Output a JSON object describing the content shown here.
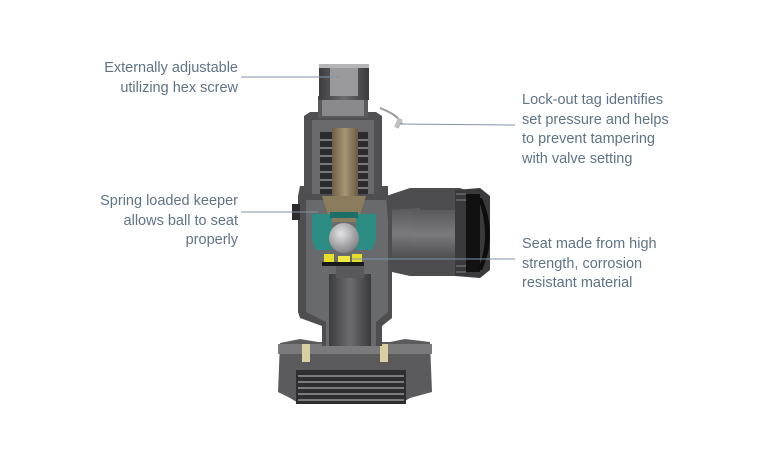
{
  "callouts": {
    "hex_screw": [
      "Externally adjustable",
      "utilizing hex screw"
    ],
    "lockout_tag": [
      "Lock-out tag identifies",
      "set pressure and helps",
      "to prevent tampering",
      "with valve setting"
    ],
    "spring_keeper": [
      "Spring loaded keeper",
      "allows ball to seat",
      "properly"
    ],
    "seat": [
      "Seat made from high",
      "strength, corrosion",
      "resistant material"
    ]
  },
  "colors": {
    "text": "#5f7387",
    "leader": "#8093a6",
    "body_metal": "#4a4a4c",
    "cut_face": "#6a6a6c",
    "spring_brass": "#8a7a5f",
    "keeper_teal": "#2d8f86",
    "seat_yellow": "#e7e22a",
    "seal_black": "#111111"
  }
}
